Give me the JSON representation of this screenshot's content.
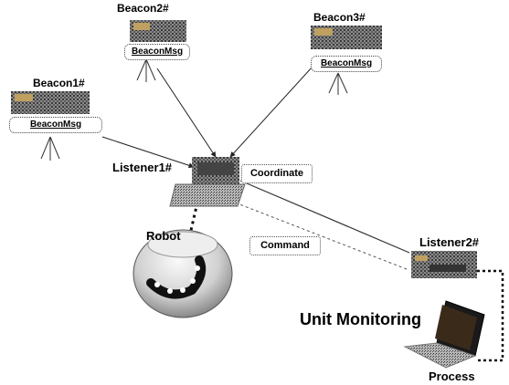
{
  "beacons": [
    {
      "name": "Beacon1#",
      "msg": "BeaconMsg"
    },
    {
      "name": "Beacon2#",
      "msg": "BeaconMsg"
    },
    {
      "name": "Beacon3#",
      "msg": "BeaconMsg"
    }
  ],
  "listeners": [
    {
      "name": "Listener1#"
    },
    {
      "name": "Listener2#"
    }
  ],
  "messages": {
    "coordinate": "Coordinate",
    "command": "Command"
  },
  "robot": {
    "label": "Robot"
  },
  "unit_monitoring": {
    "label": "Unit Monitoring"
  },
  "process": {
    "label": "Process"
  }
}
